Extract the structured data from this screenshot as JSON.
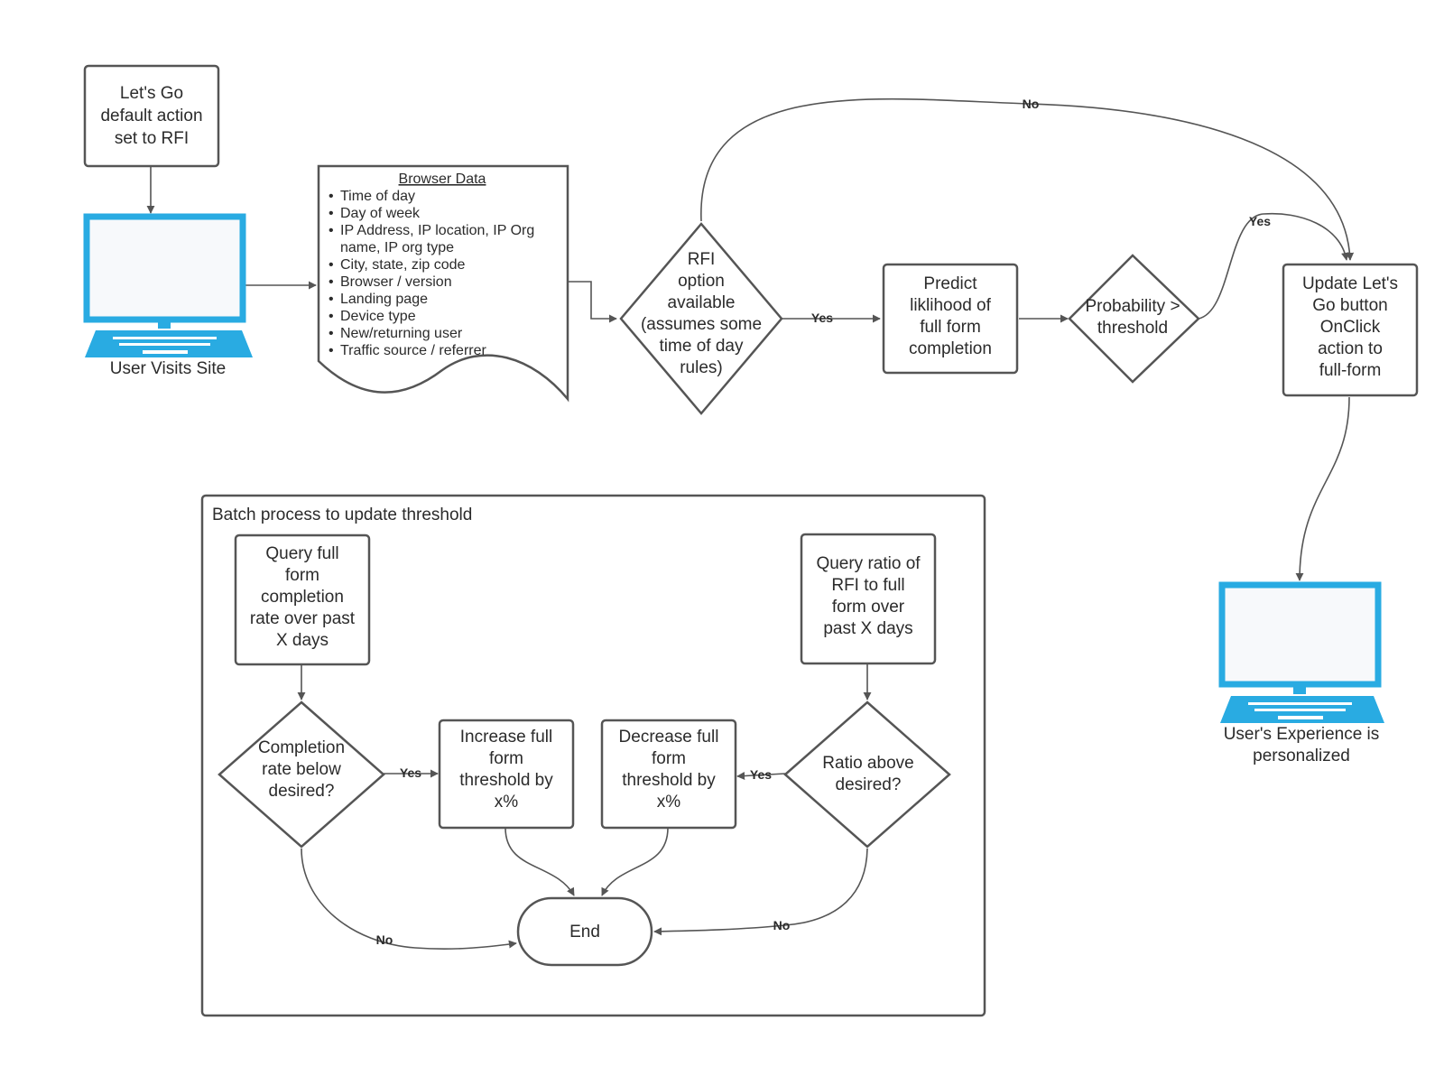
{
  "colors": {
    "line": "#555555",
    "laptop": "#29abe2",
    "laptop_screen": "#f7f9fb"
  },
  "nodes": {
    "lets_go": [
      "Let's Go",
      "default action",
      "set to RFI"
    ],
    "user_visits": "User Visits Site",
    "browser_title": "Browser Data",
    "browser_items": [
      "Time of day",
      "Day of week",
      "IP Address, IP location, IP Org",
      "name, IP org type",
      "City, state, zip code",
      "Browser / version",
      "Landing page",
      "Device type",
      "New/returning user",
      "Traffic source / referrer"
    ],
    "rfi_option": [
      "RFI",
      "option",
      "available",
      "(assumes some",
      "time of day",
      "rules)"
    ],
    "predict": [
      "Predict",
      "liklihood of",
      "full form",
      "completion"
    ],
    "probability": [
      "Probability >",
      "threshold"
    ],
    "update": [
      "Update Let's",
      "Go button",
      "OnClick",
      "action to",
      "full-form"
    ],
    "experience": [
      "User's Experience is",
      "personalized"
    ],
    "batch_title": "Batch process to update threshold",
    "query_full": [
      "Query full",
      "form",
      "completion",
      "rate over past",
      "X days"
    ],
    "query_ratio": [
      "Query ratio of",
      "RFI to full",
      "form over",
      "past X days"
    ],
    "completion_below": [
      "Completion",
      "rate below",
      "desired?"
    ],
    "increase": [
      "Increase full",
      "form",
      "threshold by",
      "x%"
    ],
    "decrease": [
      "Decrease full",
      "form",
      "threshold by",
      "x%"
    ],
    "ratio_above": [
      "Ratio above",
      "desired?"
    ],
    "end": "End"
  },
  "edge_labels": {
    "no_top": "No",
    "yes_predict": "Yes",
    "yes_update": "Yes",
    "yes_increase": "Yes",
    "yes_decrease": "Yes",
    "no_left": "No",
    "no_right": "No"
  }
}
